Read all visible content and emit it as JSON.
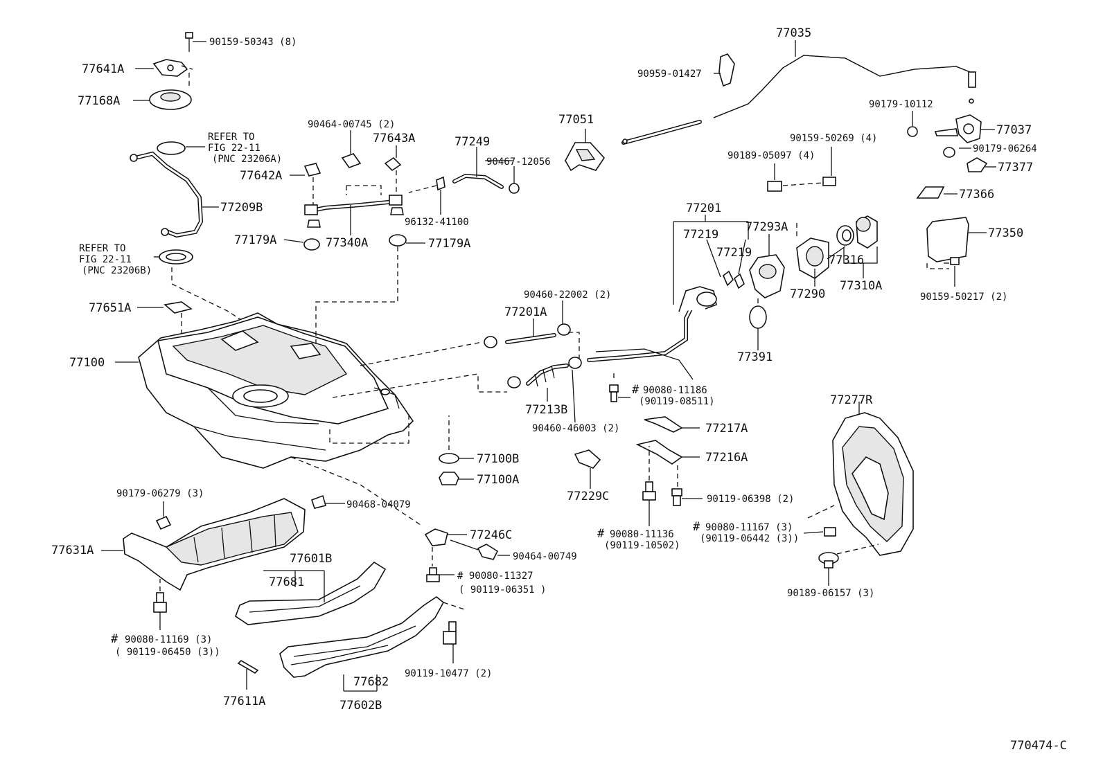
{
  "diagram_id": "770474-C",
  "labels": {
    "p90159_50343": "90159-50343 (8)",
    "p77641A": "77641A",
    "p77168A": "77168A",
    "refer_a_1": "REFER TO",
    "refer_a_2": "FIG 22-11",
    "refer_a_3": "(PNC 23206A)",
    "p77209B": "77209B",
    "refer_b_1": "REFER TO",
    "refer_b_2": "FIG 22-11",
    "refer_b_3": "(PNC 23206B)",
    "p77651A": "77651A",
    "p77100": "77100",
    "p90464_00745": "90464-00745 (2)",
    "p77643A": "77643A",
    "p77642A": "77642A",
    "p77179A_l": "77179A",
    "p77340A": "77340A",
    "p77179A_r": "77179A",
    "p77249": "77249",
    "p90467_12056": "90467-12056",
    "p96132_41100": "96132-41100",
    "p77051": "77051",
    "p90959_01427": "90959-01427",
    "p77035": "77035",
    "p90179_10112": "90179-10112",
    "p77037": "77037",
    "p90179_06264": "90179-06264",
    "p77377": "77377",
    "p77366": "77366",
    "p77350": "77350",
    "p90159_50217": "90159-50217 (2)",
    "p90159_50269": "90159-50269 (4)",
    "p90189_05097": "90189-05097 (4)",
    "p77201": "77201",
    "p77219_a": "77219",
    "p77219_b": "77219",
    "p77293A": "77293A",
    "p77316": "77316",
    "p77290": "77290",
    "p77310A": "77310A",
    "p77391": "77391",
    "p90460_22002": "90460-22002 (2)",
    "p77201A": "77201A",
    "p77213B": "77213B",
    "p90460_46003": "90460-46003 (2)",
    "hash_1": "#",
    "p90080_11186": "90080-11186",
    "p90119_08511": "(90119-08511)",
    "p77217A": "77217A",
    "p77216A": "77216A",
    "p77229C": "77229C",
    "p90119_06398": "90119-06398 (2)",
    "hash_2": "#",
    "p90080_11136": "90080-11136",
    "p90119_10502": "(90119-10502)",
    "hash_3": "#",
    "p90080_11167": "90080-11167 (3)",
    "p90119_06442": "(90119-06442 (3))",
    "p77277R": "77277R",
    "p90189_06157": "90189-06157 (3)",
    "p77100B": "77100B",
    "p77100A": "77100A",
    "p90179_06279": "90179-06279 (3)",
    "p90468_04079": "90468-04079",
    "p77631A": "77631A",
    "p77601B": "77601B",
    "p77681": "77681",
    "p77246C": "77246C",
    "p90464_00749": "90464-00749",
    "p90080_11327": "# 90080-11327",
    "p90119_06351": "( 90119-06351  )",
    "hash_4": "#",
    "p90080_11169": "90080-11169 (3)",
    "p90119_06450": "( 90119-06450 (3))",
    "p90119_10477": "90119-10477 (2)",
    "p77682": "77682",
    "p77611A": "77611A",
    "p77602B": "77602B"
  }
}
